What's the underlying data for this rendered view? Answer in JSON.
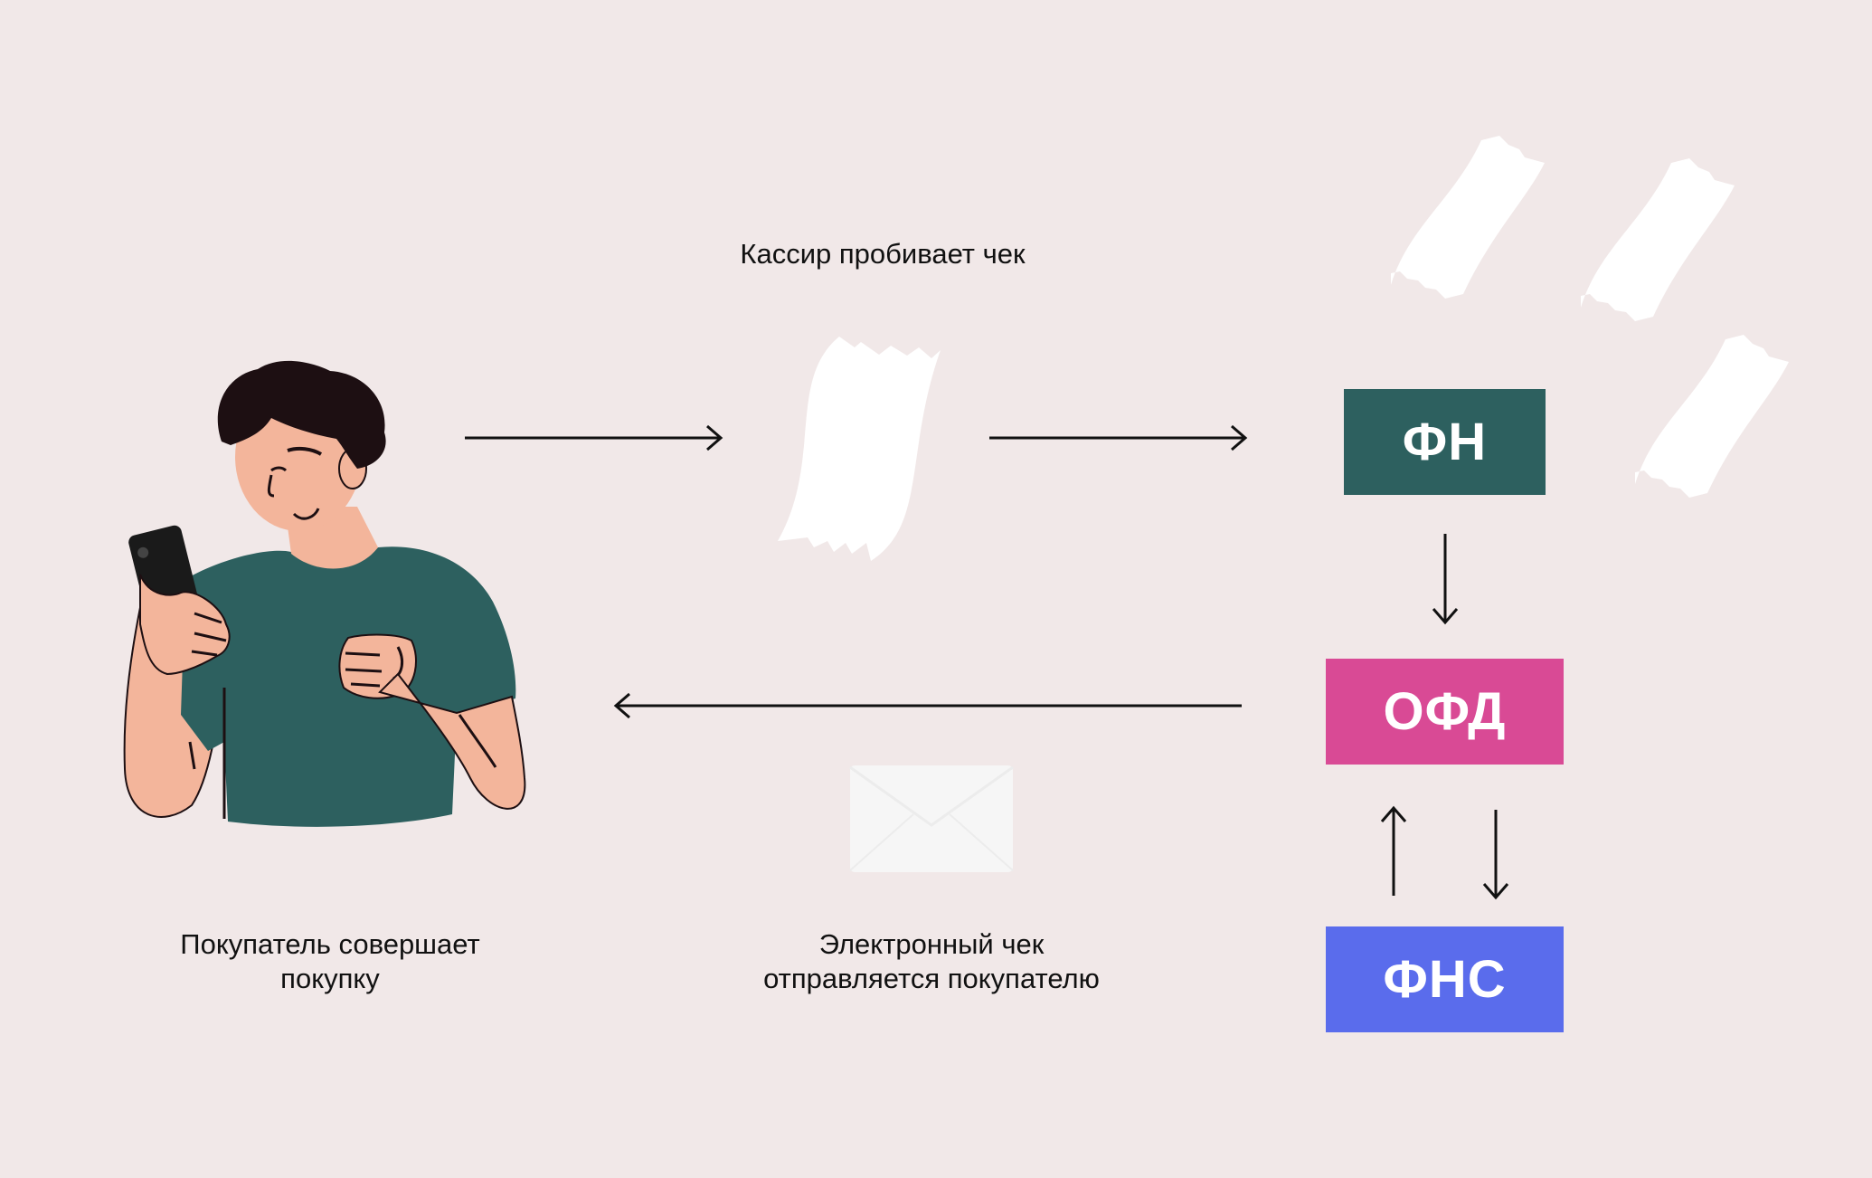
{
  "steps": {
    "cashier_label": "Кассир пробивает чек",
    "buyer_label_line1": "Покупатель совершает",
    "buyer_label_line2": "покупку",
    "receipt_label_line1": "Электронный чек",
    "receipt_label_line2": "отправляется покупателю"
  },
  "nodes": {
    "fn": {
      "label": "ФН",
      "color": "#2d605f"
    },
    "ofd": {
      "label": "ОФД",
      "color": "#d94a95"
    },
    "fns": {
      "label": "ФНС",
      "color": "#5a6cec"
    }
  },
  "colors": {
    "background": "#f1e8e8",
    "arrow": "#111111",
    "paper": "#ffffff",
    "envelope": "#f6f6f6",
    "shirt": "#2d605f",
    "skin": "#f3b59b",
    "hair": "#1d0f12",
    "phone": "#1a1a1a"
  },
  "icons": {
    "person": "person-with-phone-icon",
    "receipt": "paper-receipt-icon",
    "envelope": "envelope-icon"
  }
}
